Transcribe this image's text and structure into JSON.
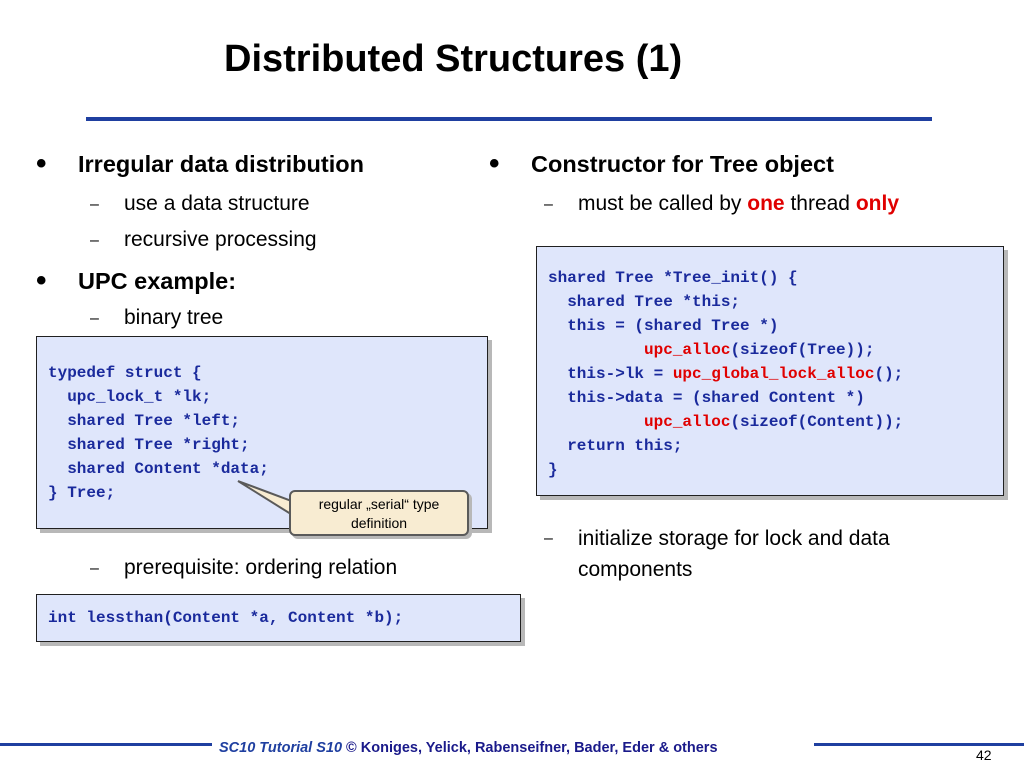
{
  "title": "Distributed Structures (1)",
  "left": {
    "bullet1": "Irregular data distribution",
    "sub1": "use a data structure",
    "sub2": "recursive processing",
    "bullet2": "UPC example:",
    "sub3": "binary tree",
    "code1": [
      "typedef struct {",
      "  upc_lock_t *lk;",
      "  shared Tree *left;",
      "  shared Tree *right;",
      "  shared Content *data;",
      "} Tree;"
    ],
    "callout": "regular „serial“ type definition",
    "sub4": "prerequisite: ordering relation",
    "code2": "int lessthan(Content *a, Content *b);"
  },
  "right": {
    "bullet1": "Constructor for Tree object",
    "sub1_pre": "must be called by ",
    "sub1_one": "one",
    "sub1_mid": " thread ",
    "sub1_only": "only",
    "code": {
      "l1": "shared Tree *Tree_init() {",
      "l2": "  shared Tree *this;",
      "l3": "  this = (shared Tree *)",
      "l4_pre": "          ",
      "l4_fn": "upc_alloc",
      "l4_post": "(sizeof(Tree));",
      "l5_pre": "  this->lk = ",
      "l5_fn": "upc_global_lock_alloc",
      "l5_post": "();",
      "l6": "  this->data = (shared Content *)",
      "l7_pre": "          ",
      "l7_fn": "upc_alloc",
      "l7_post": "(sizeof(Content));",
      "l8": "  return this;",
      "l9": "}"
    },
    "sub2_l1": "initialize storage for lock and data",
    "sub2_l2": "components"
  },
  "footer": {
    "sc": "SC10 Tutorial S10",
    "rest": " © Koniges, Yelick, Rabenseifner, Bader, Eder & others"
  },
  "page_number": "42",
  "colors": {
    "rule": "#1f3fa0",
    "code_bg": "#dfe6fb",
    "code_text": "#1a2a9c",
    "highlight": "#e00000"
  }
}
